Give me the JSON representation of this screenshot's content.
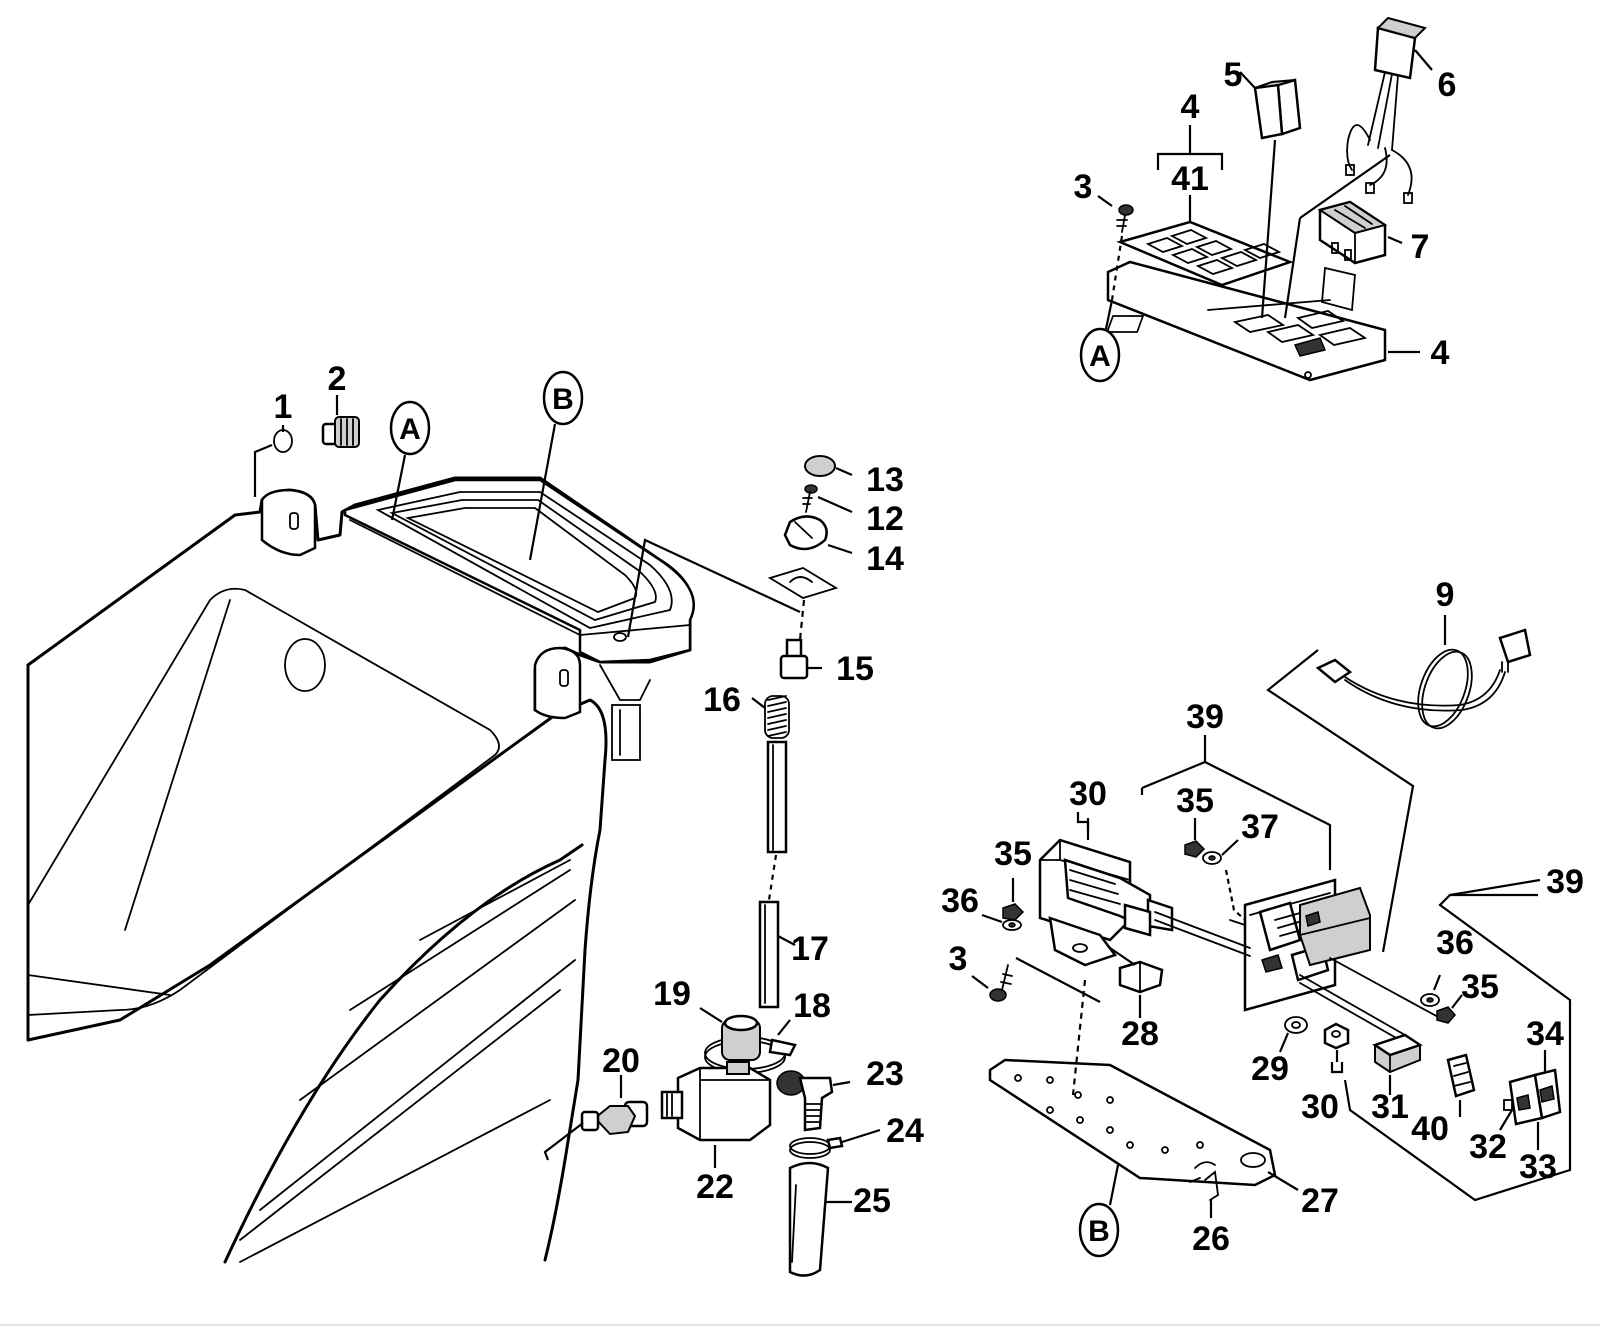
{
  "callouts": {
    "c1": "1",
    "c2": "2",
    "c3a": "3",
    "c3b": "3",
    "c4a": "4",
    "c4b": "4",
    "c41": "41",
    "c5": "5",
    "c6": "6",
    "c7": "7",
    "c9": "9",
    "c12": "12",
    "c13": "13",
    "c14": "14",
    "c15": "15",
    "c16": "16",
    "c17": "17",
    "c18": "18",
    "c19": "19",
    "c20": "20",
    "c22": "22",
    "c23": "23",
    "c24": "24",
    "c25": "25",
    "c26": "26",
    "c27": "27",
    "c28": "28",
    "c29": "29",
    "c30a": "30",
    "c30b": "30",
    "c31": "31",
    "c32": "32",
    "c33": "33",
    "c34": "34",
    "c35a": "35",
    "c35b": "35",
    "c35c": "35",
    "c36a": "36",
    "c36b": "36",
    "c37": "37",
    "c39a": "39",
    "c39b": "39",
    "c40": "40"
  },
  "refs": {
    "a_console": "A",
    "b_console": "B",
    "a_panel": "A",
    "b_plate": "B"
  }
}
